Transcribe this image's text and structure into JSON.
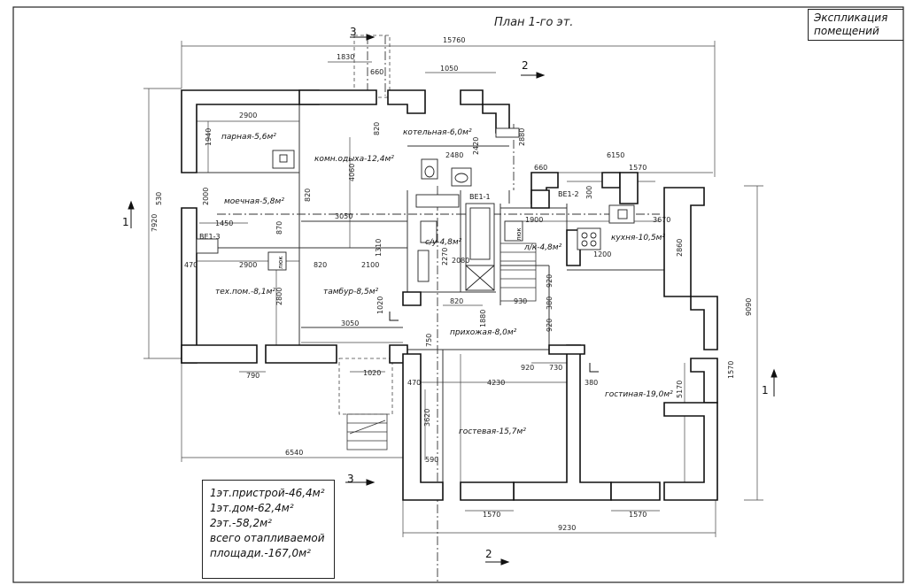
{
  "title": "План 1-го эт.",
  "explication": {
    "line1": "Экспликация",
    "line2": "помещений"
  },
  "summary": {
    "line1": "1эт.пристрой-46,4м²",
    "line2": "1эт.дом-62,4м²",
    "line3": "2эт.-58,2м²",
    "line4": "всего отапливаемой",
    "line5": "площади.-167,0м²"
  },
  "rooms": {
    "parnaya": "парная-5,6м²",
    "komn_otdyha": "комн.одыха-12,4м²",
    "kotelnaya": "котельная-6,0м²",
    "moechnaya": "моечная-5,8м²",
    "su": "с/у-4,8м²",
    "lk": "л/к-4,8м²",
    "kuhnya": "кухня-10,5м²",
    "teh_pom": "тех.пом.-8,1м²",
    "tambur": "тамбур-8,5м²",
    "prihozhaya": "прихожая-8,0м²",
    "gostinaya": "гостиная-19,0м²",
    "gostevaya": "гостевая-15,7м²"
  },
  "equipment": {
    "be1_1": "ВЕ1-1",
    "be1_2": "ВЕ1-2",
    "be1_3": "ВЕ1-3",
    "lyuk1": "люк",
    "lyuk2": "люк"
  },
  "section_marks": {
    "s1": "1",
    "s2": "2",
    "s3": "3"
  },
  "dimensions": {
    "d15760": "15760",
    "d1830": "1830",
    "d660a": "660",
    "d1050": "1050",
    "d2900a": "2900",
    "d1940": "1940",
    "d820a": "820",
    "d2420": "2420",
    "d2880": "2880",
    "d2480": "2480",
    "d660b": "660",
    "d6150": "6150",
    "d1570a": "1570",
    "d4060": "4060",
    "d820b": "820",
    "d530": "530",
    "d2000": "2000",
    "d300": "300",
    "d1450": "1450",
    "d7920": "7920",
    "d3050a": "3050",
    "d1900": "1900",
    "d3670": "3670",
    "d870": "870",
    "d2270": "2270",
    "d2080": "2080",
    "d1200": "1200",
    "d470a": "470",
    "d2900b": "2900",
    "d820c": "820",
    "d2100": "2100",
    "d1310": "1310",
    "d2860": "2860",
    "d2800": "2800",
    "d1020a": "1020",
    "d920a": "920",
    "d380a": "380",
    "d920b": "920",
    "d820d": "820",
    "d930": "930",
    "d1880": "1880",
    "d9090": "9090",
    "d3050b": "3050",
    "d750": "750",
    "d920c": "920",
    "d730": "730",
    "d1570b": "1570",
    "d790": "790",
    "d1020b": "1020",
    "d470b": "470",
    "d4230": "4230",
    "d380b": "380",
    "d5170": "5170",
    "d3620": "3620",
    "d6540": "6540",
    "d590": "590",
    "d1570c": "1570",
    "d1570d": "1570",
    "d9230": "9230"
  }
}
